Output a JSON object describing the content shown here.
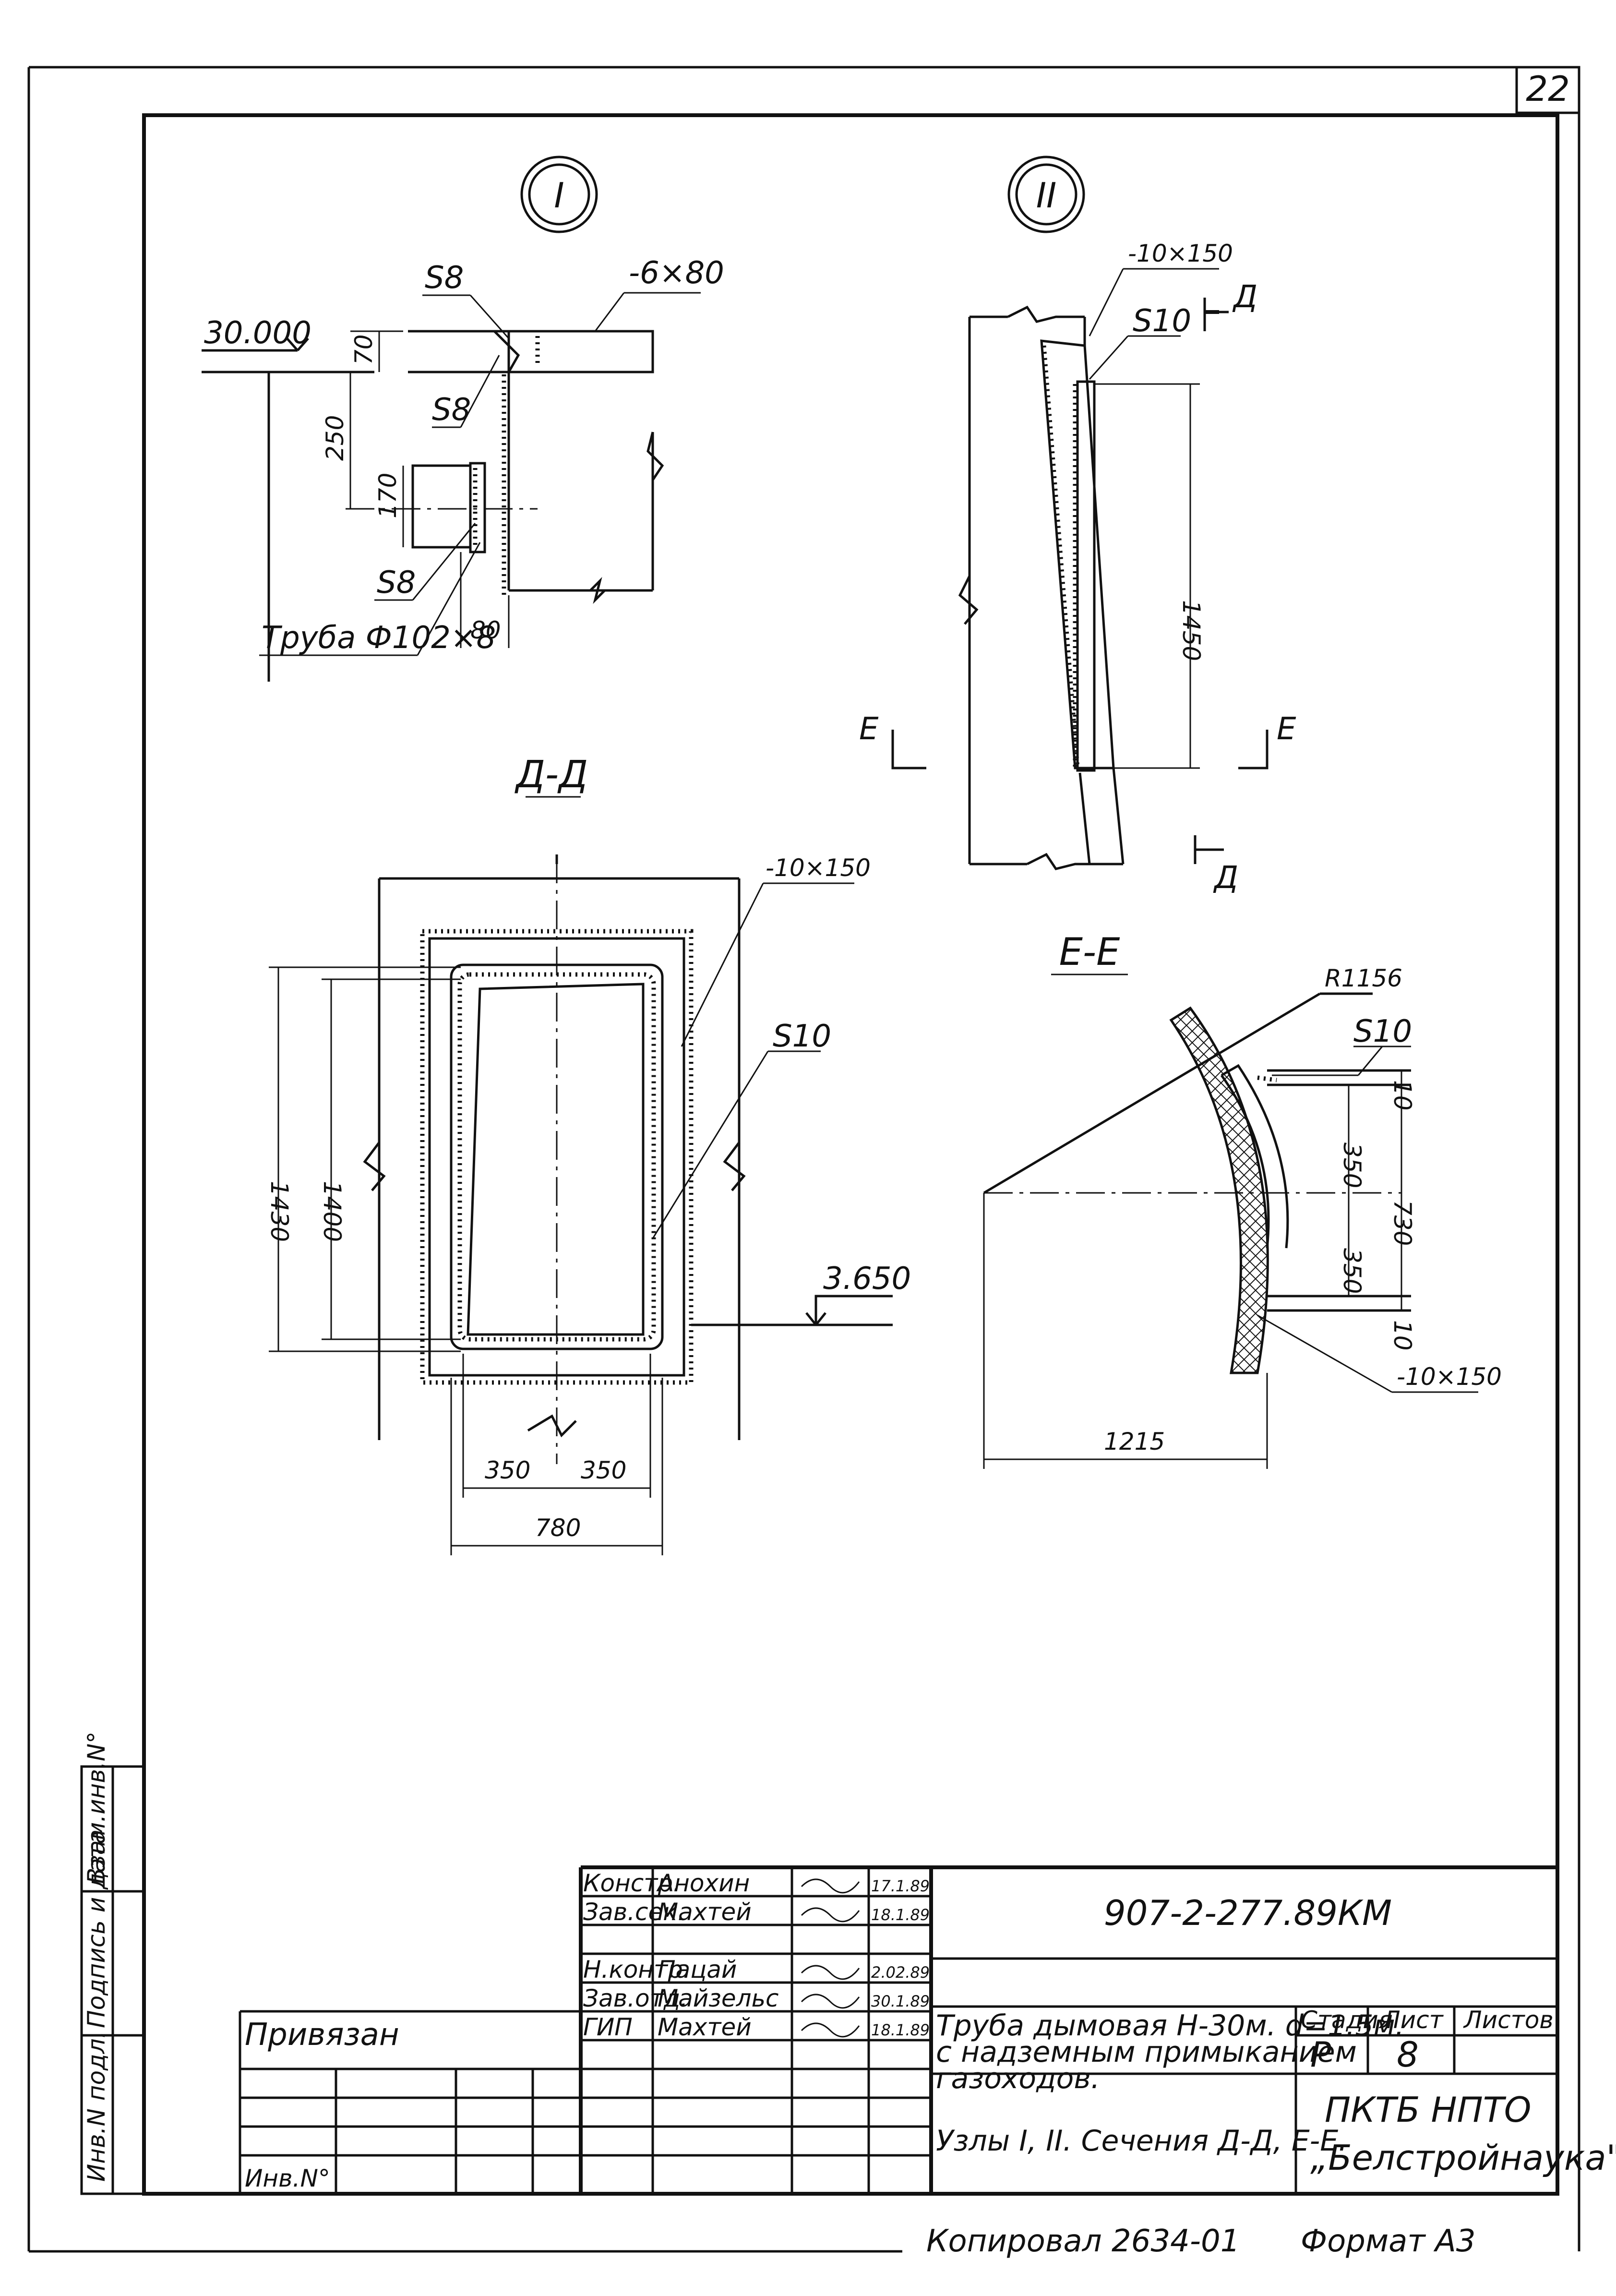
{
  "sheet": {
    "page_number": "22",
    "node_marks": [
      "I",
      "II"
    ],
    "drawing_code": "907-2-277.89КМ",
    "title_lines": [
      "Труба дымовая Н-30м. d=1.5м.",
      "с надземным примыканием",
      "газоходов."
    ],
    "subtitle": "Узлы I, II. Сечения Д-Д, Е-Е.",
    "stage_header": "Стадия",
    "sheet_header": "Лист",
    "sheets_header": "Листов",
    "stage_value": "Р",
    "sheet_value": "8",
    "org_line1": "ПКТБ  НПТО",
    "org_line2": "„Белстройнаука\"",
    "privyazan": "Привязан",
    "inv_no": "Инв.N°",
    "copied_by": "Копировал  2634-01",
    "format": "Формат А3",
    "side_labels": [
      "Инв.N подл.",
      "Подпись и дата",
      "Взам.инв.N°"
    ],
    "signatures": [
      {
        "role": "Констр.",
        "name": "Анохин",
        "date": "17.1.89"
      },
      {
        "role": "Зав.сек.",
        "name": "Махтей",
        "date": "18.1.89"
      },
      {
        "role": "",
        "name": "",
        "date": ""
      },
      {
        "role": "Н.контр.",
        "name": "Пацай",
        "date": "2.02.89"
      },
      {
        "role": "Зав.отд.",
        "name": "Майзельс",
        "date": "30.1.89"
      },
      {
        "role": "ГИП",
        "name": "Махтей",
        "date": "18.1.89"
      }
    ]
  },
  "node1": {
    "elev": "30.000",
    "plate": "-6×80",
    "weld_top": "S8",
    "weld_mid": "S8",
    "weld_low": "S8",
    "pipe": "Труба Ф102×8",
    "dim_70": "70",
    "dim_250": "250",
    "dim_170": "170",
    "dim_80": "80"
  },
  "node2": {
    "plate": "-10×150",
    "weld": "S10",
    "dim_1450": "1450",
    "cut_d": "Д",
    "cut_e": "Е"
  },
  "section_dd": {
    "title": "Д-Д",
    "plate": "-10×150",
    "weld": "S10",
    "elev": "3.650",
    "dim_1430": "1430",
    "dim_1400": "1400",
    "dim_350a": "350",
    "dim_350b": "350",
    "dim_780": "780"
  },
  "section_ee": {
    "title": "Е-Е",
    "radius": "R1156",
    "weld": "S10",
    "plate": "-10×150",
    "dim_10a": "10",
    "dim_350a": "350",
    "dim_350b": "350",
    "dim_10b": "10",
    "dim_730": "730",
    "dim_1215": "1215"
  }
}
